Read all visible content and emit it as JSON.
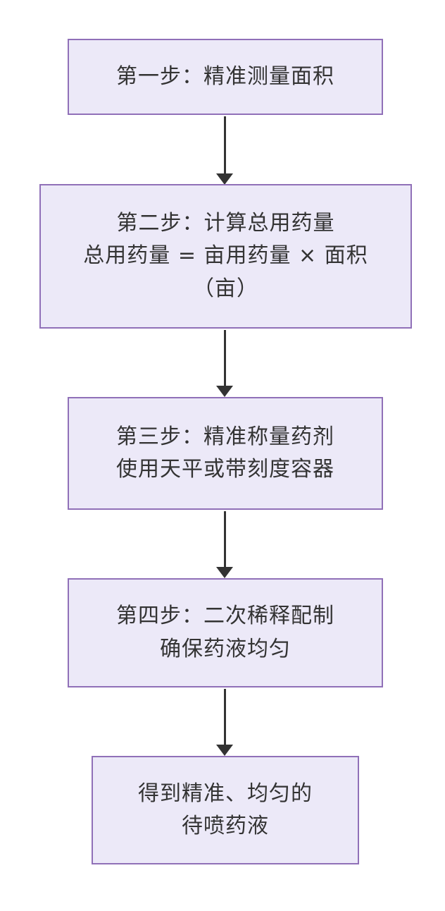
{
  "diagram": {
    "type": "flowchart",
    "direction": "top-down",
    "nodes": [
      {
        "id": "step1",
        "lines": [
          "第一步：精准测量面积"
        ]
      },
      {
        "id": "step2",
        "lines": [
          "第二步：计算总用药量",
          "总用药量 = 亩用药量 × 面积",
          "（亩）"
        ]
      },
      {
        "id": "step3",
        "lines": [
          "第三步：精准称量药剂",
          "使用天平或带刻度容器"
        ]
      },
      {
        "id": "step4",
        "lines": [
          "第四步：二次稀释配制",
          "确保药液均匀"
        ]
      },
      {
        "id": "step5",
        "lines": [
          "得到精准、均匀的",
          "待喷药液"
        ]
      }
    ],
    "edges": [
      {
        "from": "step1",
        "to": "step2"
      },
      {
        "from": "step2",
        "to": "step3"
      },
      {
        "from": "step3",
        "to": "step4"
      },
      {
        "from": "step4",
        "to": "step5"
      }
    ],
    "colors": {
      "node_fill": "#ece9f8",
      "node_border": "#9070b8",
      "arrow_color": "#333333",
      "text_color": "#333333",
      "background": "#ffffff"
    }
  }
}
